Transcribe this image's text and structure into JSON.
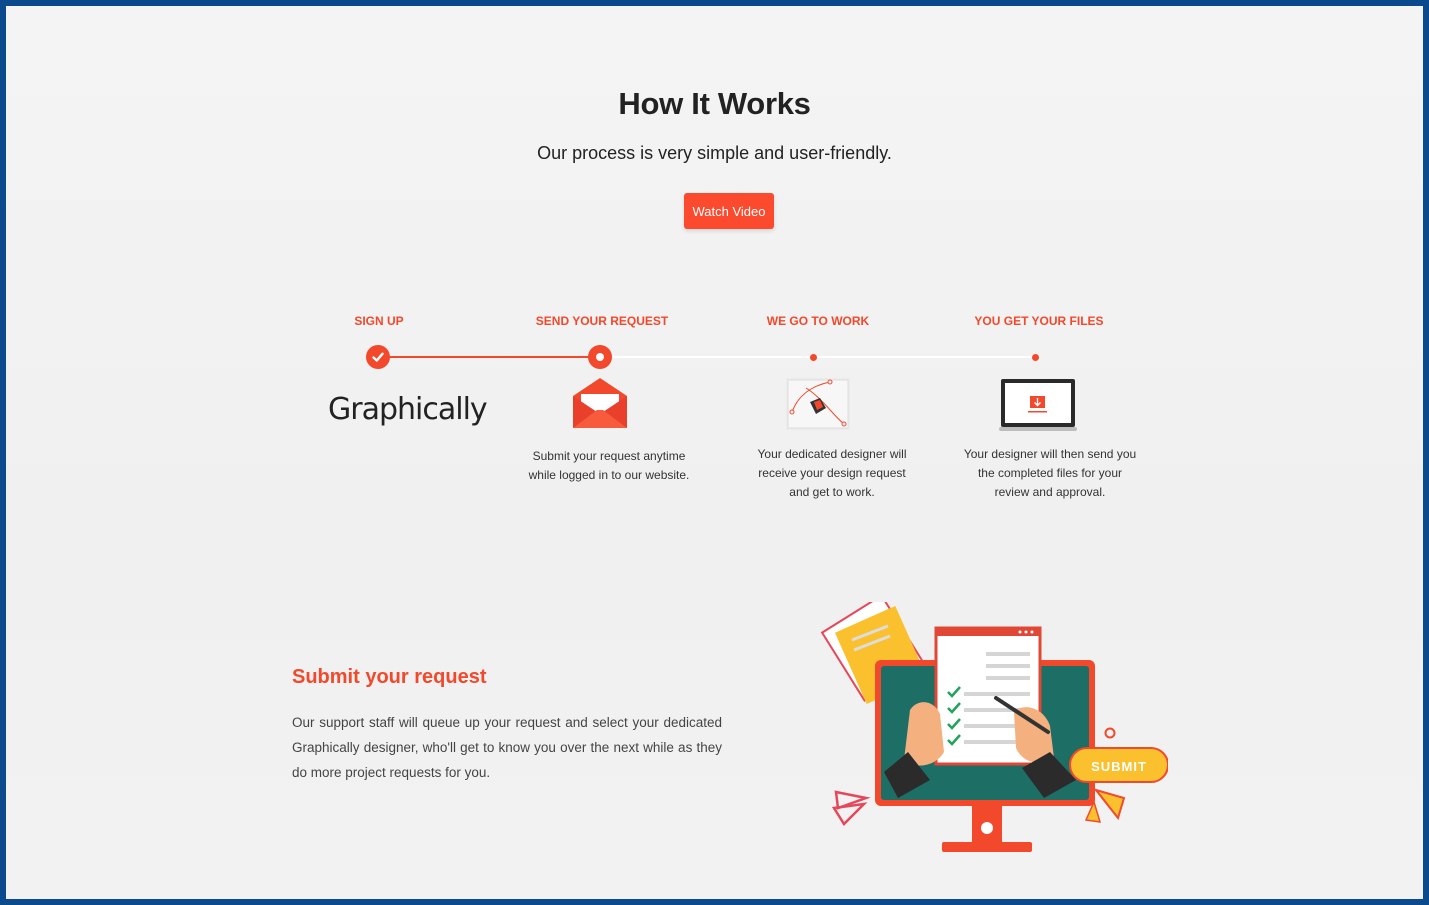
{
  "header": {
    "title": "How It Works",
    "subtitle": "Our process is very simple and user-friendly.",
    "watch_video_label": "Watch Video"
  },
  "steps": [
    {
      "label": "SIGN UP",
      "logo_text": "Graphically",
      "description": ""
    },
    {
      "label": "SEND YOUR REQUEST",
      "description_line1": "Submit your request anytime",
      "description_line2": "while logged in to our website."
    },
    {
      "label": "WE GO TO WORK",
      "description_line1": "Your dedicated designer will",
      "description_line2": "receive your design request",
      "description_line3": "and get to work."
    },
    {
      "label": "YOU GET YOUR FILES",
      "description_line1": "Your designer will then send you",
      "description_line2": "the completed files for your",
      "description_line3": "review and approval."
    }
  ],
  "detail": {
    "title": "Submit your request",
    "body": "Our support staff will queue up your request and select your dedicated Graphically designer, who'll get to know you over the next while as they do more project requests for you.",
    "illustration_button_label": "SUBMIT"
  },
  "icons": {
    "step1": "check-icon",
    "step2": "envelope-icon",
    "step3": "pen-tool-icon",
    "step4": "laptop-download-icon"
  },
  "colors": {
    "accent": "#f2482c",
    "button": "#fb4a2e",
    "frame": "#0b4a8c",
    "illustration_screen": "#1d6f66",
    "illustration_yellow": "#fbc02d"
  }
}
